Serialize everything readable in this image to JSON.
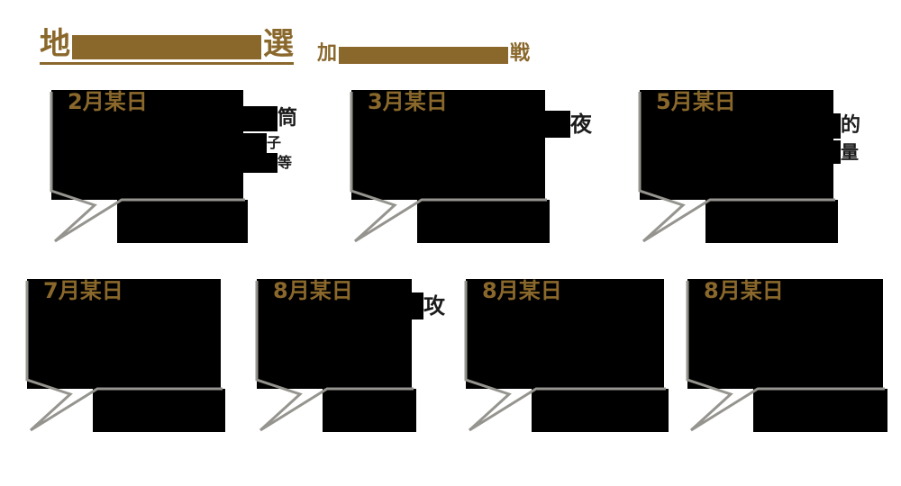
{
  "colors": {
    "gold": "#8a682c",
    "outline_gray": "#96948f",
    "bubble_black": "#000000",
    "edge_char": "#1b1b1b",
    "background": "#ffffff"
  },
  "masthead": {
    "title": {
      "start_char": "地",
      "end_char": "選"
    },
    "subtitle": {
      "start_char": "加",
      "end_char": "戦"
    }
  },
  "entries": [
    {
      "date_label": "2月某日",
      "edge_chars": [
        "筒",
        "子",
        "等"
      ]
    },
    {
      "date_label": "3月某日",
      "edge_chars": [
        "夜"
      ]
    },
    {
      "date_label": "5月某日",
      "edge_chars": [
        "的",
        "量"
      ]
    },
    {
      "date_label": "7月某日",
      "edge_chars": []
    },
    {
      "date_label": "8月某日",
      "edge_chars": [
        "攻"
      ]
    },
    {
      "date_label": "8月某日",
      "edge_chars": []
    },
    {
      "date_label": "8月某日",
      "edge_chars": []
    }
  ]
}
